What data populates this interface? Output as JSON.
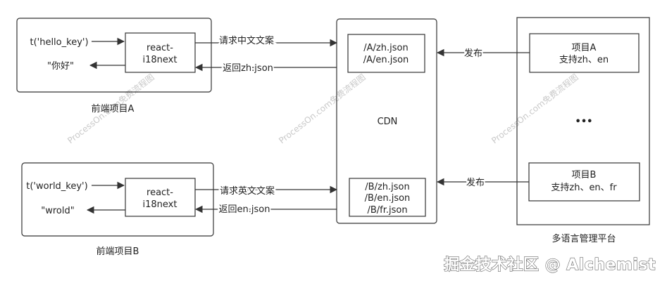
{
  "frontend_a": {
    "caption": "前端项目A",
    "call": "t('hello_key')",
    "result": "\"你好\"",
    "lib_line1": "react-",
    "lib_line2": "i18next",
    "request_label": "请求中文文案",
    "return_label": "返回zh.json"
  },
  "frontend_b": {
    "caption": "前端项目B",
    "call": "t('world_key')",
    "result": "\"wrold\"",
    "lib_line1": "react-",
    "lib_line2": "i18next",
    "request_label": "请求英文文案",
    "return_label": "返回en.json"
  },
  "cdn": {
    "label": "CDN",
    "files_a": [
      "/A/zh.json",
      "/A/en.json"
    ],
    "files_b": [
      "/B/zh.json",
      "/B/en.json",
      "/B/fr.json"
    ]
  },
  "platform": {
    "caption": "多语言管理平台",
    "project_a_name": "项目A",
    "project_a_langs": "支持zh、en",
    "ellipsis": "•••",
    "project_b_name": "项目B",
    "project_b_langs": "支持zh、en、fr",
    "publish_label_a": "发布",
    "publish_label_b": "发布"
  },
  "watermark": {
    "text": "ProcessOn.com免费流程图"
  },
  "brand_watermark": "掘金技术社区 @ Alchemist",
  "colors": {
    "stroke": "#333333",
    "text": "#222222",
    "watermark": "#c9c9c9"
  }
}
